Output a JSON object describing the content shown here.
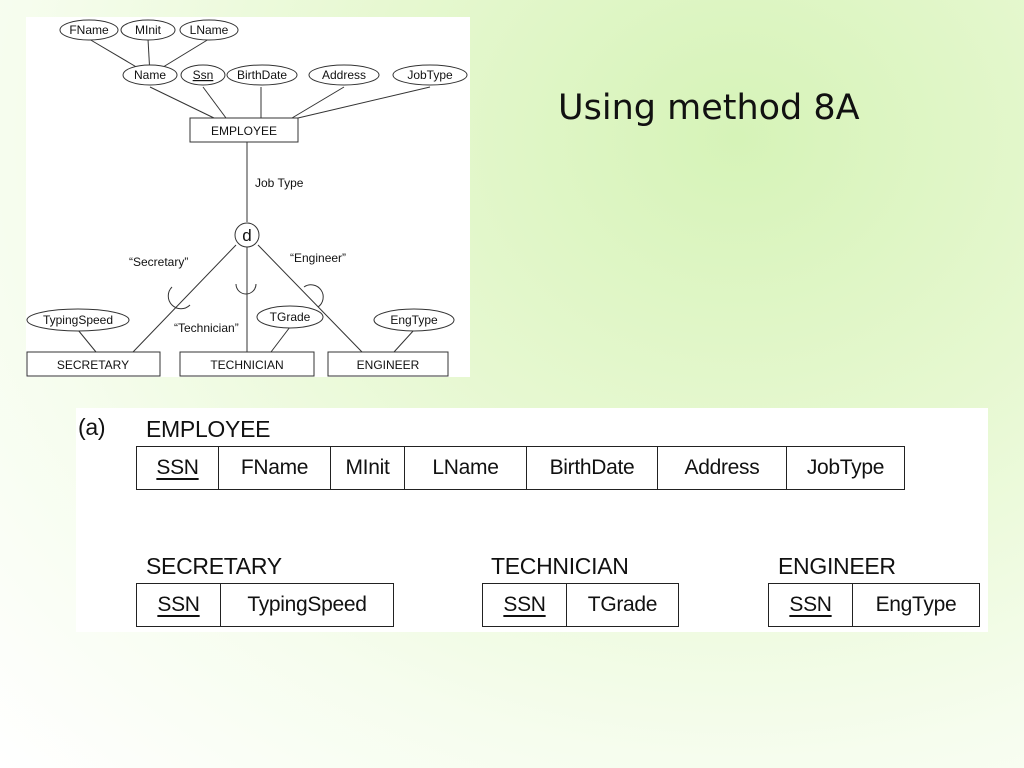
{
  "slide": {
    "title": "Using method 8A"
  },
  "er_diagram": {
    "name_components": [
      "FName",
      "MInit",
      "LName"
    ],
    "employee_attributes": [
      "Name",
      "Ssn",
      "BirthDate",
      "Address",
      "JobType"
    ],
    "key_attribute": "Ssn",
    "entity": "EMPLOYEE",
    "defining_attribute": "Job Type",
    "disjoint_symbol": "d",
    "predicates": [
      "“Secretary”",
      "“Technician”",
      "“Engineer”"
    ],
    "subclass_attributes": [
      "TypingSpeed",
      "TGrade",
      "EngType"
    ],
    "subclasses": [
      "SECRETARY",
      "TECHNICIAN",
      "ENGINEER"
    ]
  },
  "relations": {
    "part_label": "(a)",
    "employee": {
      "name": "EMPLOYEE",
      "columns": [
        "SSN",
        "FName",
        "MInit",
        "LName",
        "BirthDate",
        "Address",
        "JobType"
      ]
    },
    "secretary": {
      "name": "SECRETARY",
      "columns": [
        "SSN",
        "TypingSpeed"
      ]
    },
    "technician": {
      "name": "TECHNICIAN",
      "columns": [
        "SSN",
        "TGrade"
      ]
    },
    "engineer": {
      "name": "ENGINEER",
      "columns": [
        "SSN",
        "EngType"
      ]
    }
  }
}
